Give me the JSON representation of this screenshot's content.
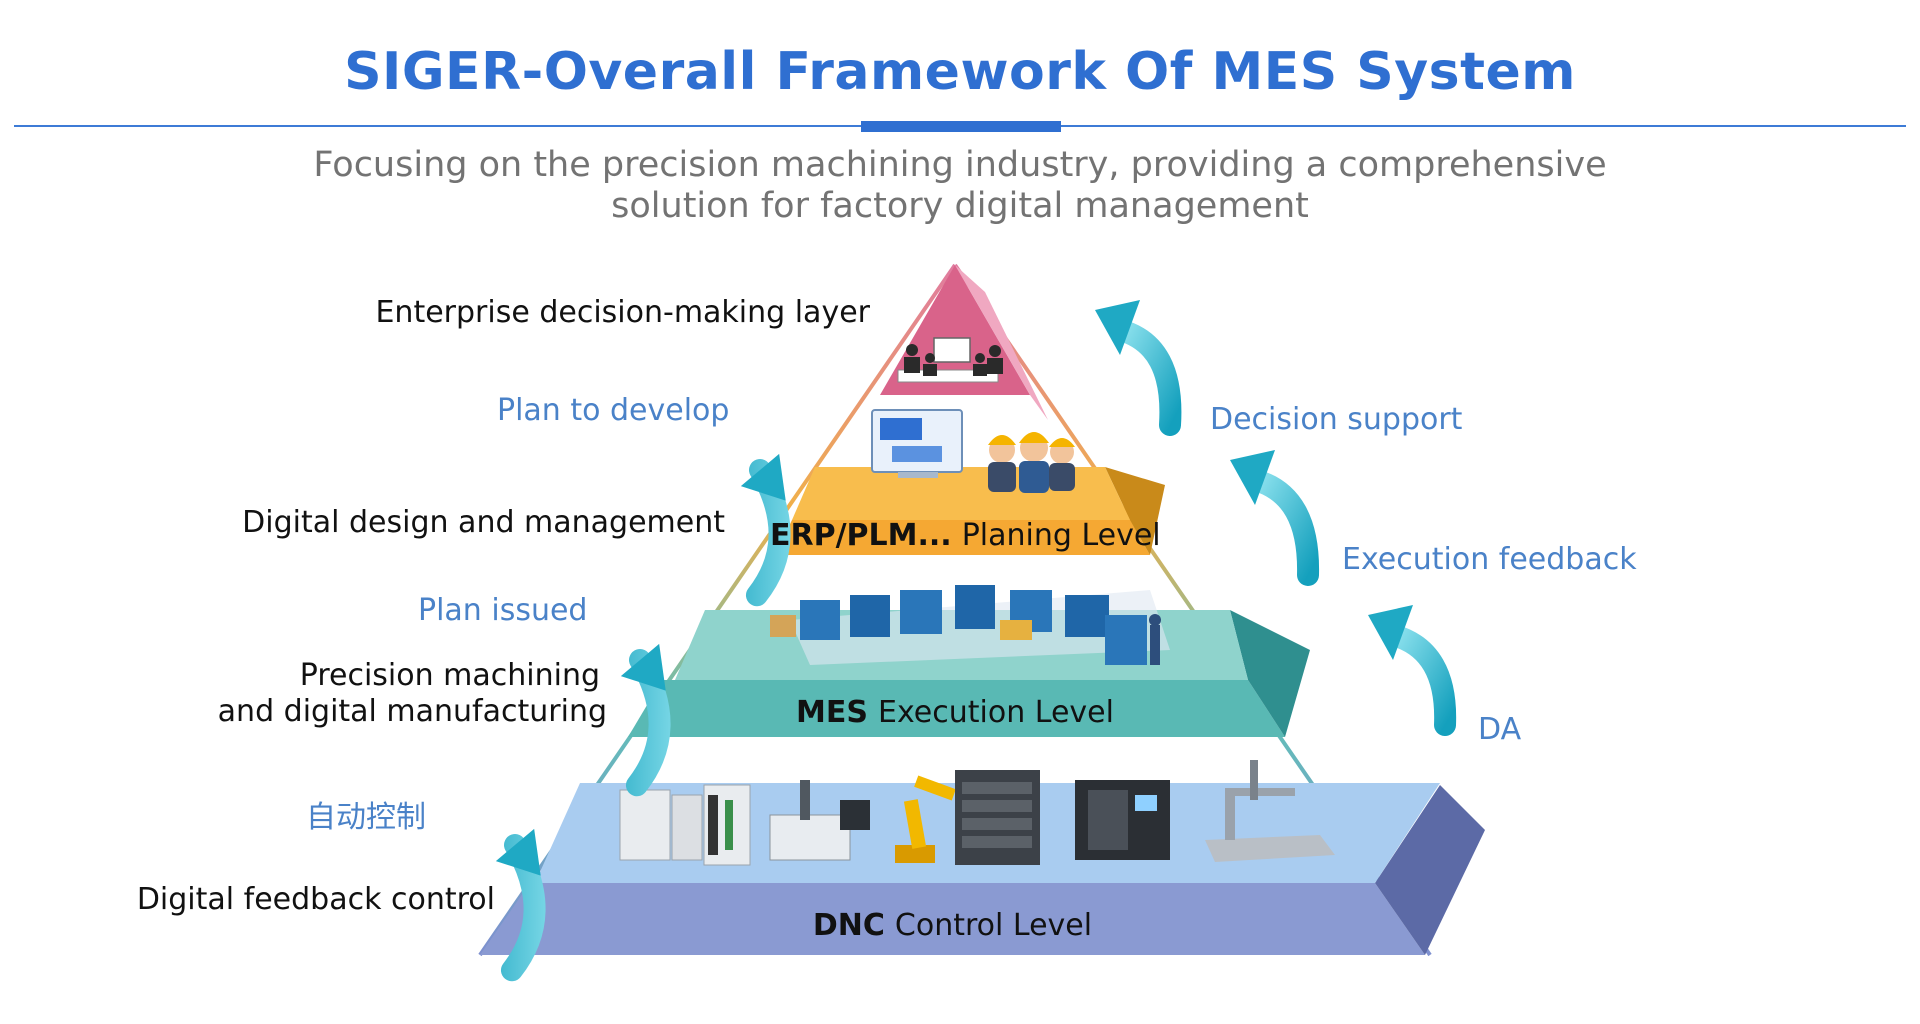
{
  "header": {
    "title": "SIGER-Overall Framework Of MES System",
    "subtitle_line1": "Focusing on the precision machining industry, providing a comprehensive",
    "subtitle_line2": "solution for factory digital management"
  },
  "layers": {
    "left_labels": {
      "enterprise": "Enterprise decision-making layer",
      "digital_design": "Digital design and management",
      "precision_line1": "Precision machining",
      "precision_line2": "and digital manufacturing",
      "feedback_control": "Digital feedback control"
    },
    "left_arrows": {
      "plan_develop": "Plan to develop",
      "plan_issued": "Plan issued",
      "auto_control": "自动控制"
    },
    "right_arrows": {
      "decision_support": "Decision support",
      "execution_feedback": "Execution feedback",
      "da": "DA"
    },
    "levels": {
      "erp_name": "ERP/PLM...",
      "erp_level": "Planing Level",
      "mes_name": "MES",
      "mes_level": "Execution Level",
      "dnc_name": "DNC",
      "dnc_level": "Control Level"
    }
  },
  "colors": {
    "title_blue": "#2f6fd1",
    "accent_teal": "#1fa9c4",
    "top_pink": "#d9638a",
    "erp_orange": "#f5a833",
    "mes_teal": "#59b9b4",
    "dnc_blue": "#8a9ad2"
  },
  "icons": {
    "arrows": "curved-arrow-icon",
    "top_image": "meeting-icon",
    "erp_images": [
      "monitor-icon",
      "workers-icon"
    ],
    "mes_image": "production-line-icon",
    "dnc_images": [
      "plc-icon",
      "cnc-machine-icon",
      "robot-arm-icon",
      "server-icon",
      "cnc-machine-icon",
      "cmm-machine-icon"
    ]
  }
}
